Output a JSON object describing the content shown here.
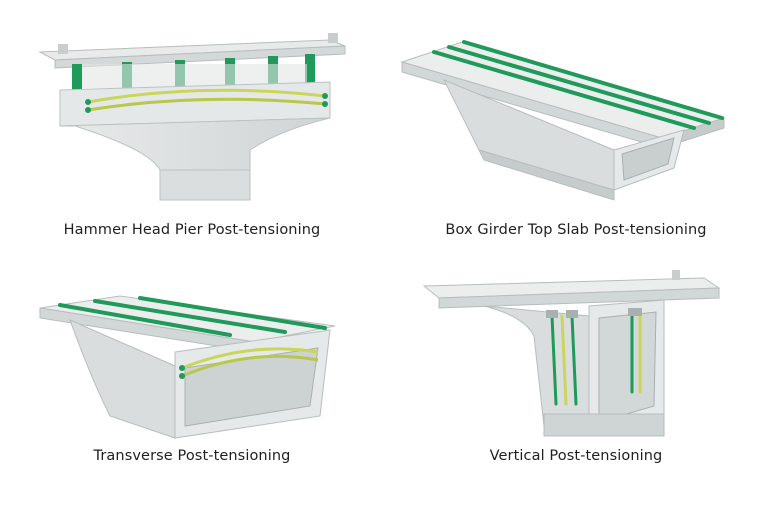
{
  "figures": [
    {
      "caption": "Hammer Head Pier Post-tensioning"
    },
    {
      "caption": "Box Girder Top Slab Post-tensioning"
    },
    {
      "caption": "Transverse Post-tensioning"
    },
    {
      "caption": "Vertical Post-tensioning"
    }
  ],
  "colors": {
    "concrete_light": "#eef0f0",
    "concrete_mid": "#d7dbdb",
    "concrete_dark": "#b9bfbf",
    "duct_green": "#1f9a5a",
    "tendon_yellow": "#c9d65a",
    "caption_text": "#1f1f1f"
  }
}
